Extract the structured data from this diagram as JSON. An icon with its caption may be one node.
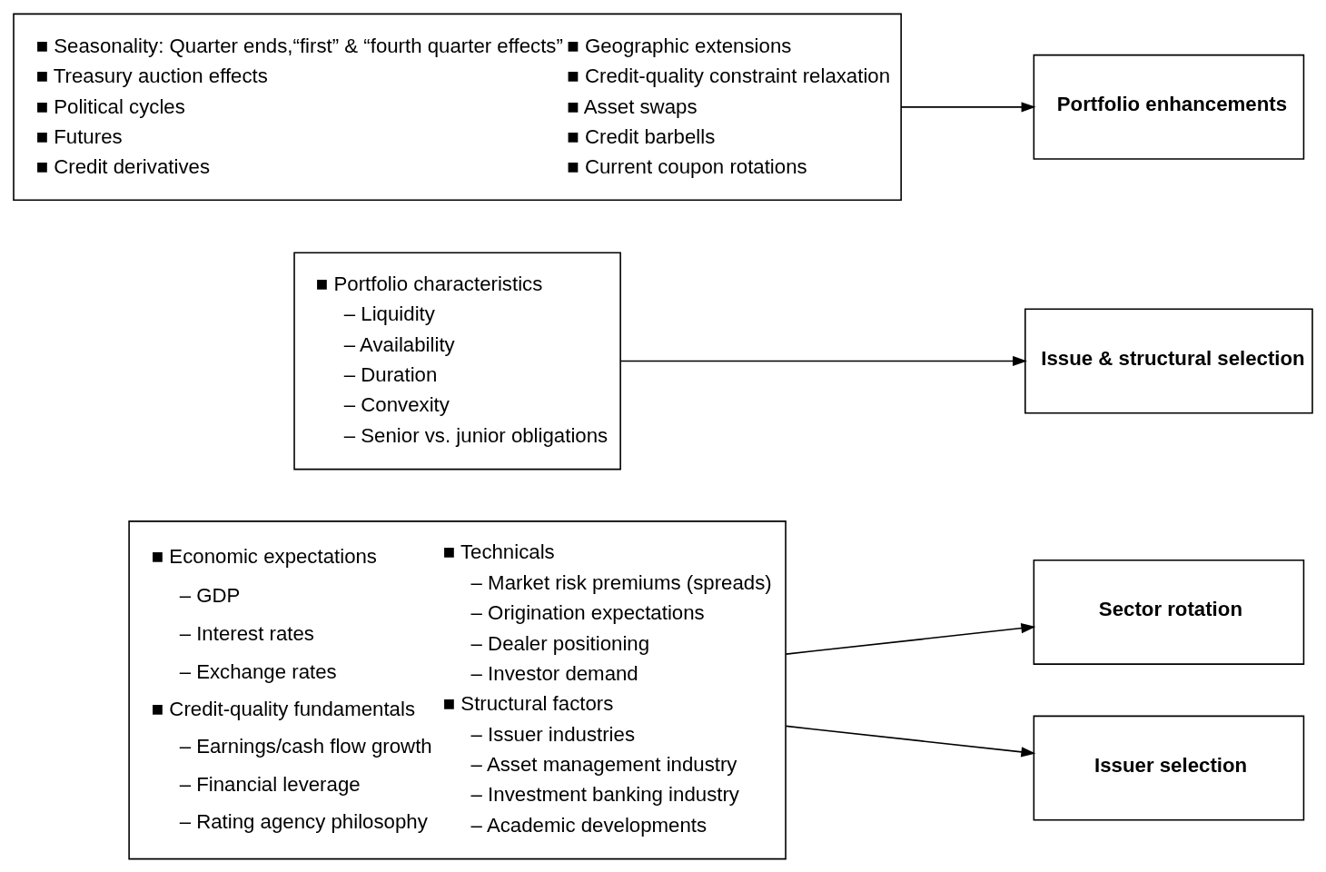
{
  "diagram": {
    "nodes": [
      {
        "text": [
          "■ Economic expectations",
          "– GDP",
          "– Interest rates",
          "– Exchange rates",
          "■ Credit-quality fundamentals",
          "– Earnings/cash flow growth",
          "– Financial leverage",
          "– Rating agency philosophy",
          "■ Technicals",
          "– Market risk premiums (spreads)",
          "– Origination expectations",
          "– Dealer positioning",
          "– Investor demand",
          "■ Structural factors",
          "– Issuer industries",
          "– Asset management industry",
          "– Investment banking industry",
          "– Academic developments"
        ]
      },
      {
        "text": [
          "Sector rotation"
        ]
      },
      {
        "text": [
          "Issuer selection"
        ]
      },
      {
        "text": [
          "■ Portfolio characteristics",
          "– Liquidity",
          "– Availability",
          "– Duration",
          "– Convexity",
          "– Senior vs. junior obligations"
        ]
      },
      {
        "text": [
          "Issue & structural selection"
        ]
      },
      {
        "text": [
          "■ Seasonality: Quarter ends,“first” & “fourth quarter effects”",
          "■ Treasury auction effects",
          "■ Political cycles",
          "■ Futures",
          "■ Credit derivatives",
          "■ Geographic extensions",
          "■ Credit-quality constraint relaxation",
          "■ Asset swaps",
          "■ Credit barbells",
          "■ Current coupon rotations"
        ]
      },
      {
        "text": [
          "Portfolio enhancements"
        ]
      }
    ],
    "edges": [
      {
        "from": 0,
        "to": 1,
        "arrow": "to"
      },
      {
        "from": 0,
        "to": 2,
        "arrow": "to"
      },
      {
        "from": 3,
        "to": 4,
        "arrow": "to"
      },
      {
        "from": 5,
        "to": 6,
        "arrow": "to"
      }
    ]
  }
}
